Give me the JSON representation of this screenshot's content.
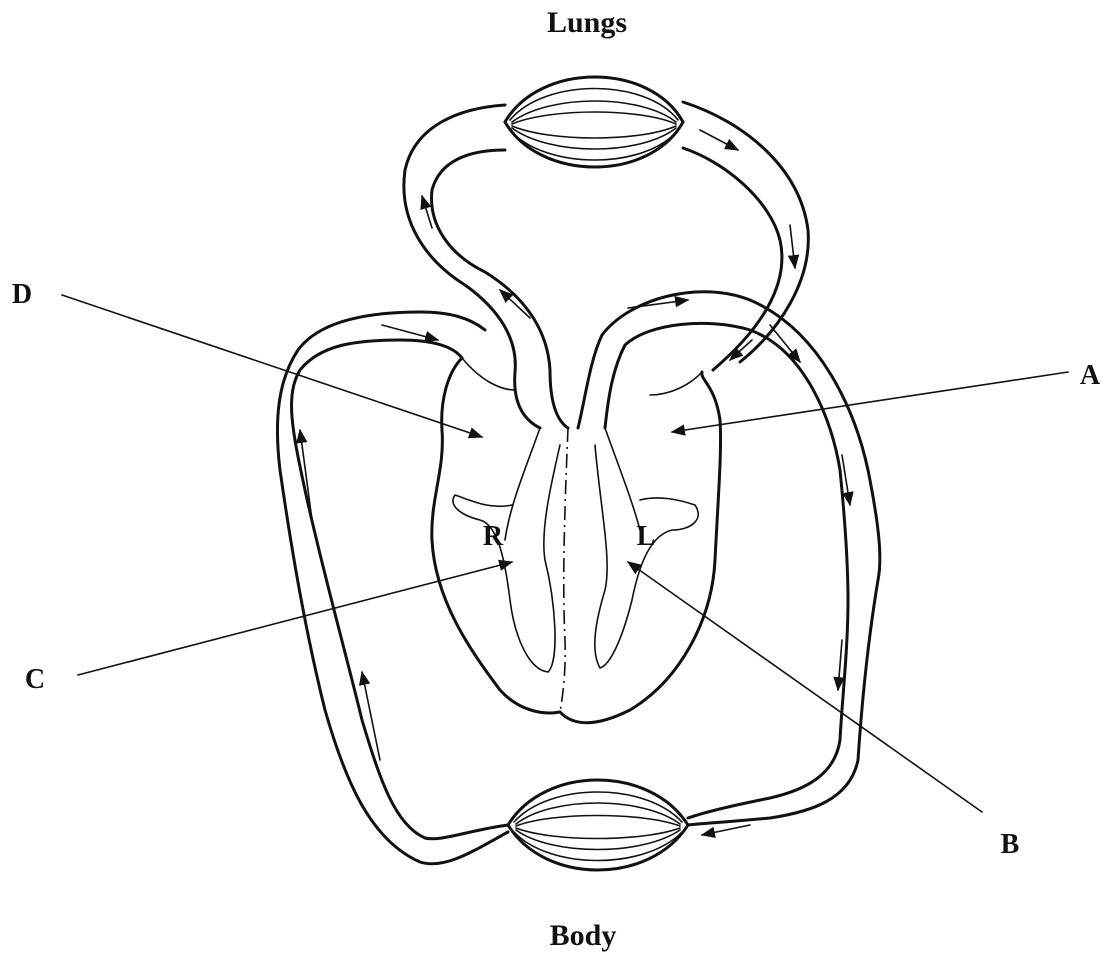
{
  "regions": {
    "top": "Lungs",
    "bottom": "Body"
  },
  "chambers": {
    "right": "R",
    "left": "L"
  },
  "pointers": [
    {
      "id": "A",
      "label": "A"
    },
    {
      "id": "B",
      "label": "B"
    },
    {
      "id": "C",
      "label": "C"
    },
    {
      "id": "D",
      "label": "D"
    }
  ],
  "style": {
    "ink": "#111111",
    "background": "#ffffff"
  }
}
